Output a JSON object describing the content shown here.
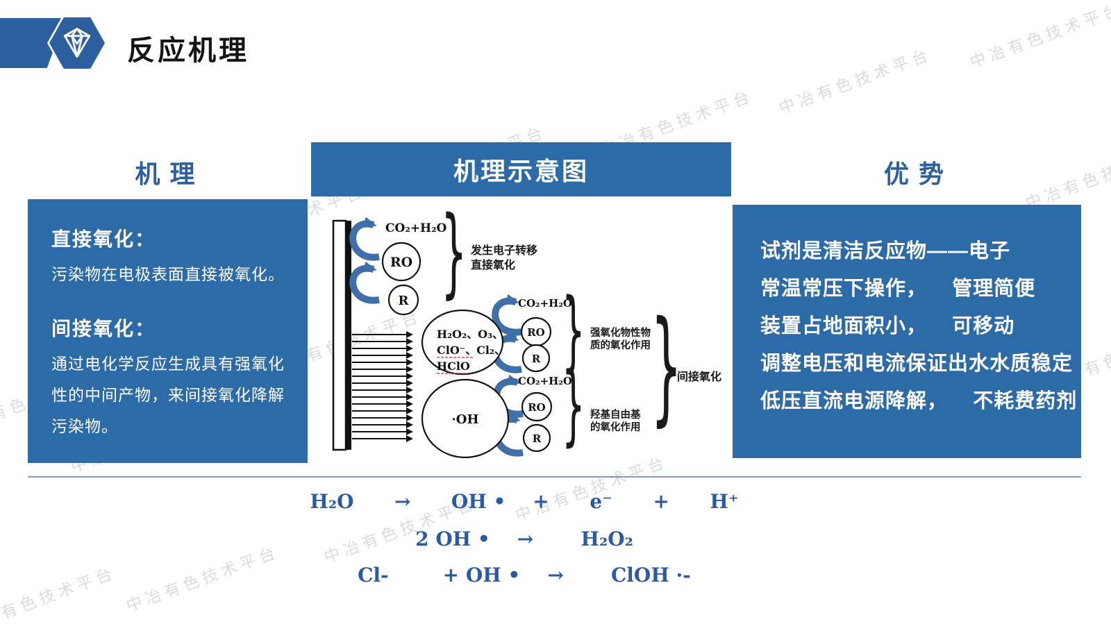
{
  "header": {
    "title": "反应机理",
    "logo": "gem-hexagon-logo"
  },
  "columns": {
    "mechanism_title": "机 理",
    "schematic_title": "机理示意图",
    "advantages_title": "优 势"
  },
  "mechanism": {
    "direct_heading": "直接氧化：",
    "direct_body": "污染物在电极表面直接被氧化。",
    "indirect_heading": "间接氧化：",
    "indirect_body": "通过电化学反应生成具有强氧化性的中间产物，来间接氧化降解污染物。"
  },
  "advantages": {
    "lines": [
      "试剂是清洁反应物——电子",
      "常温常压下操作，    管理简便",
      "装置占地面积小，    可移动",
      "调整电压和电流保证出水水质稳定",
      "低压直流电源降解，    不耗费药剂"
    ]
  },
  "diagram": {
    "co2_h2o": "CO₂+H₂O",
    "ro": "RO",
    "r": "R",
    "oxidants_line1": "H₂O₂、O₃、",
    "oxidants_line2": "ClO⁻、Cl₂、",
    "oxidants_line3": "HClO",
    "hydroxyl": "·OH",
    "direct_label_1": "发生电子转移",
    "direct_label_2": "直接氧化",
    "strong_label_1": "强氧化物性物",
    "strong_label_2": "质的氧化作用",
    "radical_label_1": "羟基自由基",
    "radical_label_2": "的氧化作用",
    "indirect_label": "间接氧化",
    "brace": "}"
  },
  "equations": {
    "row1": "H₂O      →      OH •    +      e⁻      +      H⁺",
    "row2": "2 OH •    →       H₂O₂",
    "row3": "Cl-        + OH •    →       ClOH ·-"
  },
  "watermark": {
    "text": "中冶有色技术平台"
  },
  "colors": {
    "box_blue": "#2d6aa8",
    "logo_blue": "#2b5f9e",
    "heading_blue": "#2d5f9d",
    "equation_blue": "#2a5aa5",
    "arrow_blue": "#3e6fa9",
    "watermark_gray": "#b9bfc7",
    "spellcheck_red": "#e04040"
  }
}
